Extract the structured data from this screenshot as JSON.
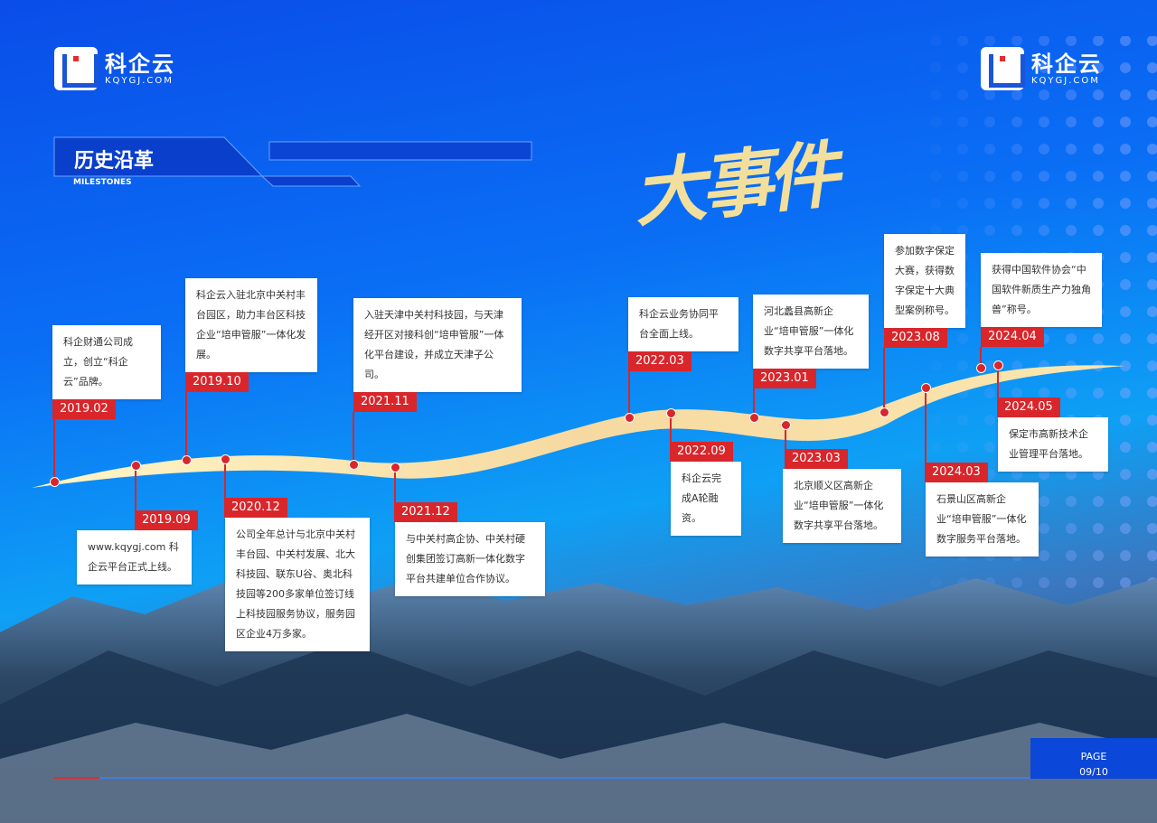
{
  "logo": {
    "name": "科企云",
    "domain": "KQYGJ.COM"
  },
  "header": {
    "title": "历史沿革",
    "subtitle": "MILESTONES",
    "headline": "大事件"
  },
  "colors": {
    "accent": "#d8262b",
    "background": "#0a6ff5",
    "stroke": "#f3df9c"
  },
  "events": [
    {
      "date": "2019.02",
      "text": "科企财通公司成立，创立“科企云”品牌。"
    },
    {
      "date": "2019.09",
      "text": "www.kqygj.com 科企云平台正式上线。"
    },
    {
      "date": "2019.10",
      "text": "科企云入驻北京中关村丰台园区，助力丰台区科技企业“培申管服”一体化发展。"
    },
    {
      "date": "2020.12",
      "text": "公司全年总计与北京中关村丰台园、中关村发展、北大科技园、联东U谷、奥北科技园等200多家单位签订线上科技园服务协议，服务园区企业4万多家。"
    },
    {
      "date": "2021.11",
      "text": "入驻天津中关村科技园，与天津经开区对接科创“培申管服”一体化平台建设，并成立天津子公司。"
    },
    {
      "date": "2021.12",
      "text": "与中关村高企协、中关村硬创集团签订高新一体化数字平台共建单位合作协议。"
    },
    {
      "date": "2022.03",
      "text": "科企云业务协同平台全面上线。"
    },
    {
      "date": "2022.09",
      "text": "科企云完成A轮融资。"
    },
    {
      "date": "2023.01",
      "text": "河北蠡县高新企业“培申管服”一体化数字共享平台落地。"
    },
    {
      "date": "2023.03",
      "text": "北京顺义区高新企业“培申管服”一体化数字共享平台落地。"
    },
    {
      "date": "2023.08",
      "text": "参加数字保定大赛，获得数字保定十大典型案例称号。"
    },
    {
      "date": "2024.03",
      "text": "石景山区高新企业“培申管服”一体化数字服务平台落地。"
    },
    {
      "date": "2024.04",
      "text": "获得中国软件协会“中国软件新质生产力独角兽”称号。"
    },
    {
      "date": "2024.05",
      "text": "保定市高新技术企业管理平台落地。"
    }
  ],
  "footer": {
    "page_label": "PAGE",
    "page_number": "09/10"
  }
}
